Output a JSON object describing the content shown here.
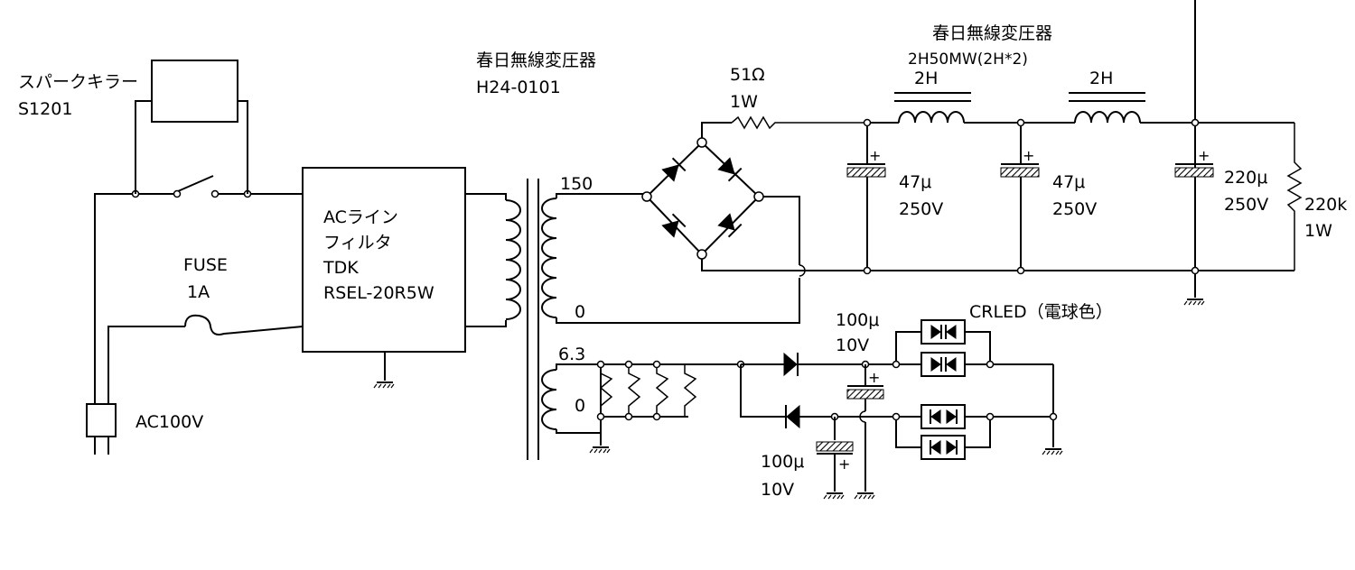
{
  "labels": {
    "spark_killer_name": "スパークキラー",
    "spark_killer_part": "S1201",
    "fuse_name": "FUSE",
    "fuse_rating": "1A",
    "ac_input": "AC100V",
    "line_filter_l1": "ACライン",
    "line_filter_l2": "フィルタ",
    "line_filter_l3": "TDK",
    "line_filter_l4": "RSEL-20R5W",
    "power_tx_maker": "春日無線変圧器",
    "power_tx_part": "H24-0101",
    "tap_150": "150",
    "tap_0": "0",
    "tap_63": "6.3",
    "tap_heater_0": "0",
    "r1_value": "51Ω",
    "r1_power": "1W",
    "choke_maker": "春日無線変圧器",
    "choke_part": "2H50MW(2H*2)",
    "choke1_value": "2H",
    "choke2_value": "2H",
    "c1_value": "47μ",
    "c1_voltage": "250V",
    "c2_value": "47μ",
    "c2_voltage": "250V",
    "c3_value": "220μ",
    "c3_voltage": "250V",
    "r2_value": "220k",
    "r2_power": "1W",
    "c4_value": "100μ",
    "c4_voltage": "10V",
    "c5_value": "100μ",
    "c5_voltage": "10V",
    "led_label": "CRLED（電球色）",
    "plus": "+"
  }
}
